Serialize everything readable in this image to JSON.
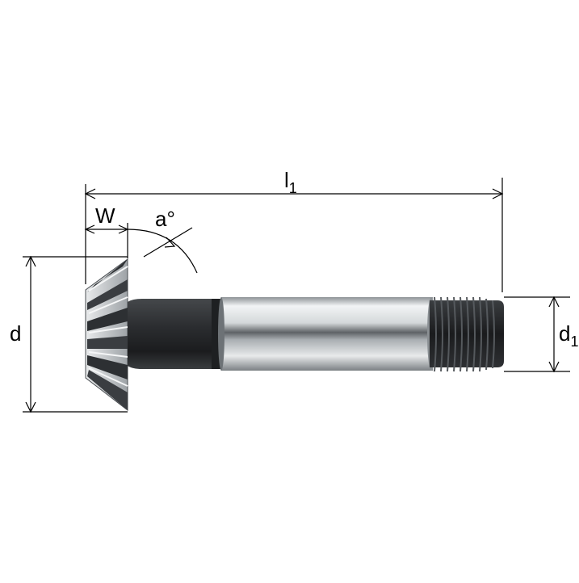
{
  "labels": {
    "l1_main": "l",
    "l1_sub": "1",
    "w": "W",
    "angle": "a°",
    "d": "d",
    "d1_main": "d",
    "d1_sub": "1"
  },
  "colors": {
    "background": "#ffffff",
    "dimension_line": "#000000",
    "shank_dark": "#2a2c2e",
    "shank_silver": "#c9cdd0",
    "cutter_steel": "#b5b9bc",
    "thread": "#1e2022"
  }
}
